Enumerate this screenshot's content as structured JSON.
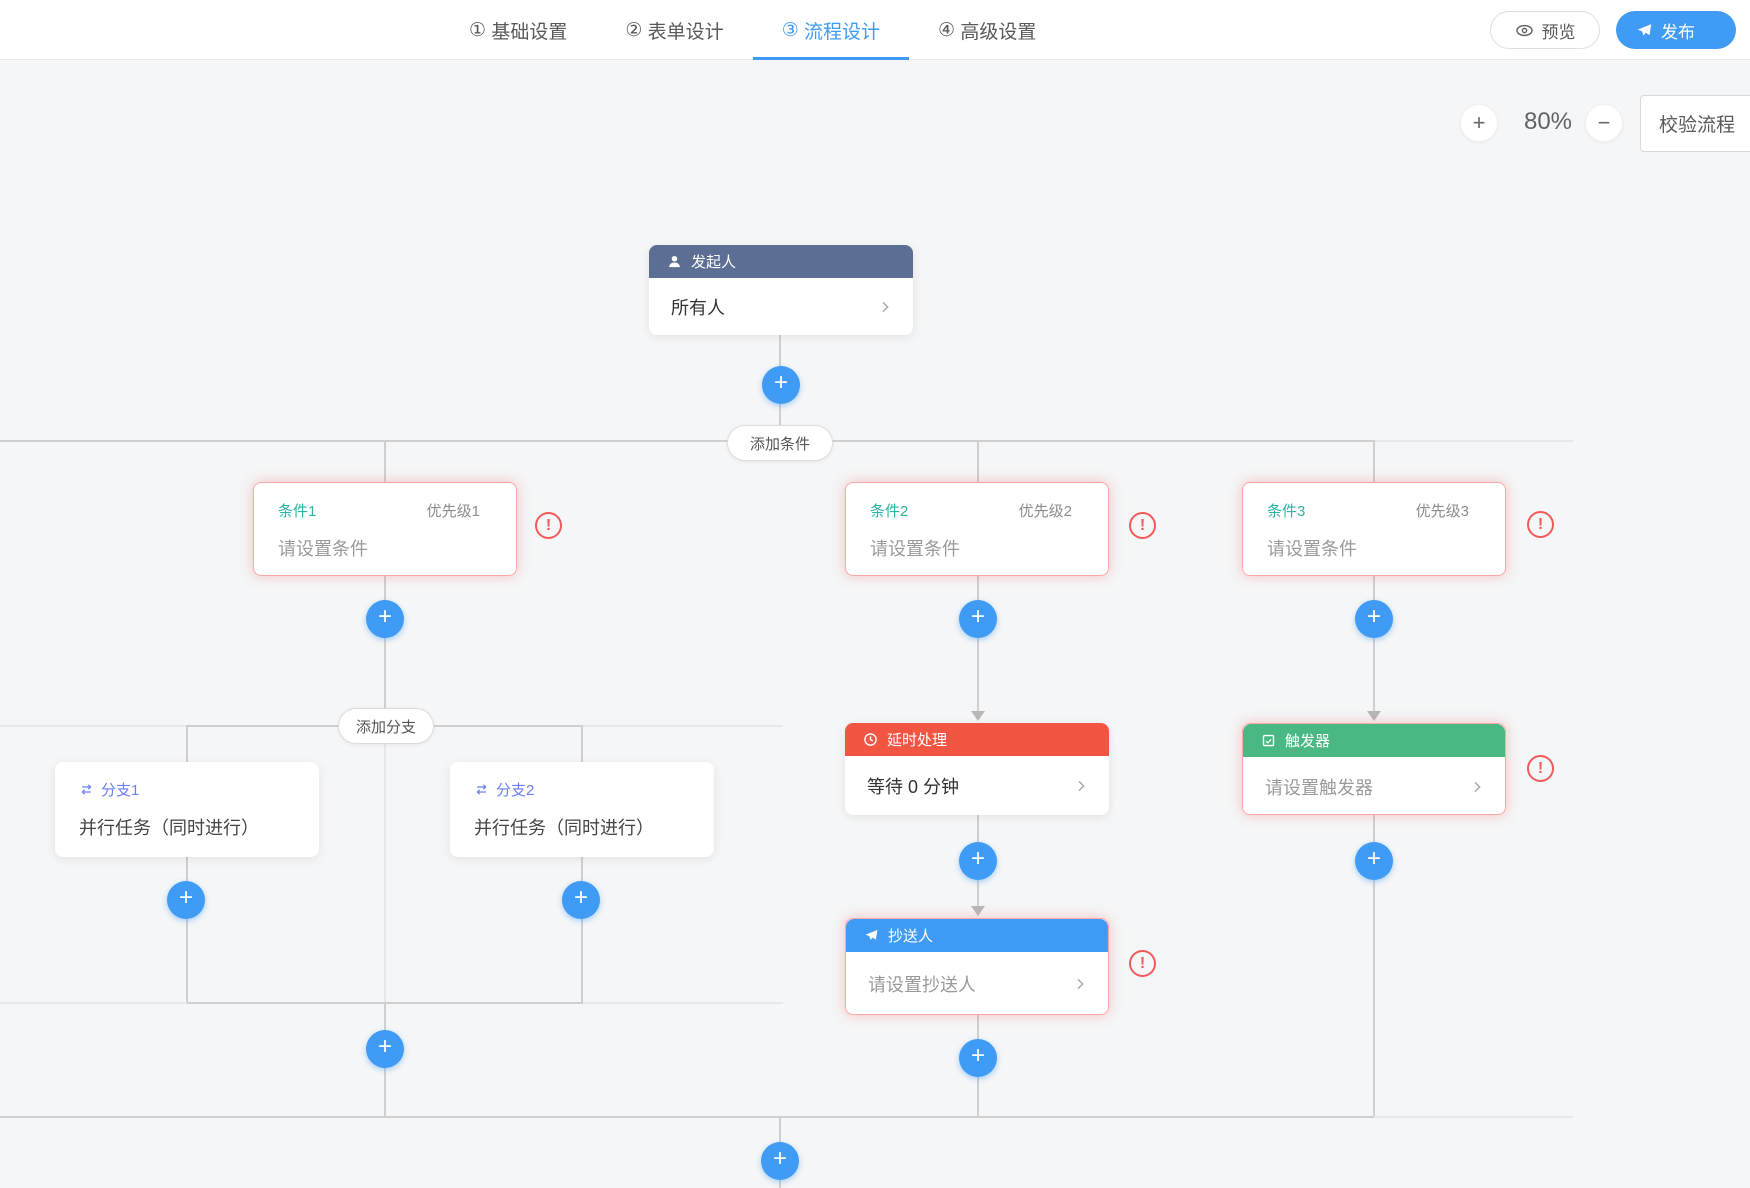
{
  "header": {
    "tabs": [
      {
        "num": "①",
        "label": "基础设置"
      },
      {
        "num": "②",
        "label": "表单设计"
      },
      {
        "num": "③",
        "label": "流程设计"
      },
      {
        "num": "④",
        "label": "高级设置"
      }
    ],
    "active_tab": "流程设计",
    "preview_label": "预览",
    "publish_label": "发布"
  },
  "toolbar": {
    "zoom_in_label": "+",
    "zoom_level": "80%",
    "zoom_out_label": "−",
    "validate_label": "校验流程"
  },
  "flow": {
    "plus_label": "+",
    "warning_glyph": "!",
    "start_node": {
      "title": "发起人",
      "value": "所有人"
    },
    "add_condition_label": "添加条件",
    "add_branch_label": "添加分支",
    "conditions": [
      {
        "name": "条件1",
        "priority": "优先级1",
        "value": "请设置条件"
      },
      {
        "name": "条件2",
        "priority": "优先级2",
        "value": "请设置条件"
      },
      {
        "name": "条件3",
        "priority": "优先级3",
        "value": "请设置条件"
      }
    ],
    "branches": [
      {
        "name": "分支1",
        "value": "并行任务（同时进行）"
      },
      {
        "name": "分支2",
        "value": "并行任务（同时进行）"
      }
    ],
    "delay_node": {
      "title": "延时处理",
      "value": "等待 0 分钟"
    },
    "cc_node": {
      "title": "抄送人",
      "value": "请设置抄送人"
    },
    "trigger_node": {
      "title": "触发器",
      "value": "请设置触发器"
    },
    "colors": {
      "accent_blue": "#3f9bf4",
      "start_header": "#5c6e94",
      "delay_header": "#f25643",
      "cc_header": "#3f9bf4",
      "trigger_header": "#49b883",
      "condition_label": "#2bb3a3",
      "branch_label": "#6b7ef3",
      "error": "#f25a5a",
      "line": "#cfcfcf",
      "canvas_bg": "#f5f6f7"
    }
  }
}
